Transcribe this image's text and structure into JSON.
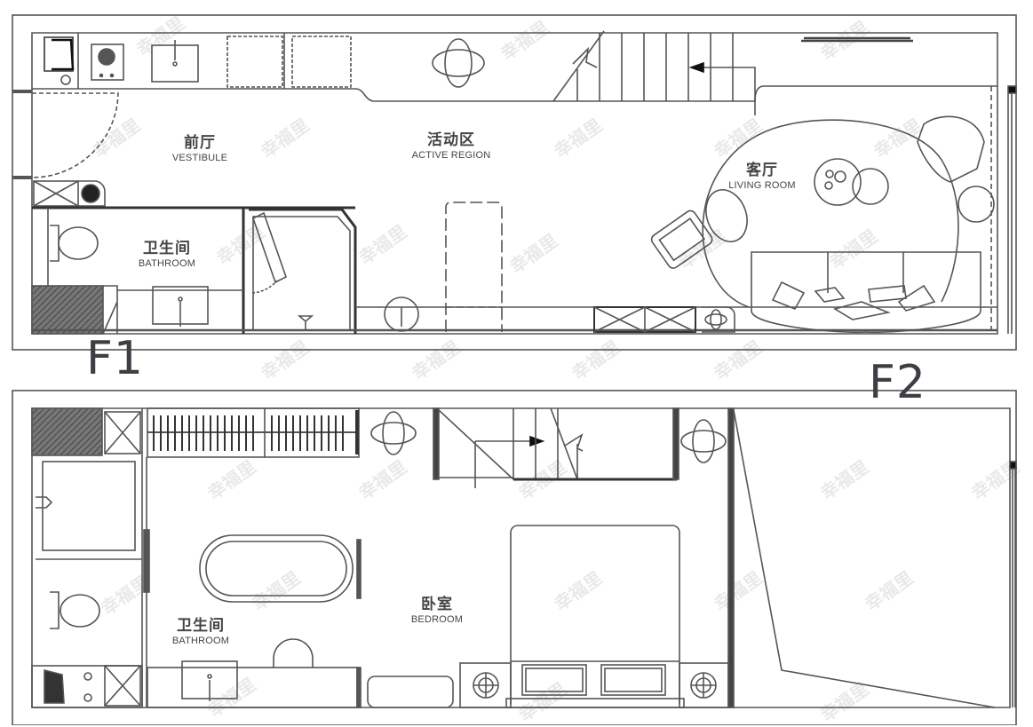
{
  "floor_labels": {
    "f1": "F1",
    "f2": "F2"
  },
  "floor1": {
    "rooms": [
      {
        "zh": "前厅",
        "en": "VESTIBULE"
      },
      {
        "zh": "活动区",
        "en": "ACTIVE REGION"
      },
      {
        "zh": "客厅",
        "en": "LIVING ROOM"
      },
      {
        "zh": "卫生间",
        "en": "BATHROOM"
      }
    ]
  },
  "floor2": {
    "rooms": [
      {
        "zh": "卫生间",
        "en": "BATHROOM"
      },
      {
        "zh": "卧室",
        "en": "BEDROOM"
      }
    ]
  },
  "watermark": {
    "text": "幸福里",
    "icon": "house-logo-icon"
  },
  "colors": {
    "line": "#555555",
    "wall_dark": "#333333",
    "hatch": "#555555",
    "label": "#3d3f44",
    "watermark": "#e9e9e9"
  }
}
